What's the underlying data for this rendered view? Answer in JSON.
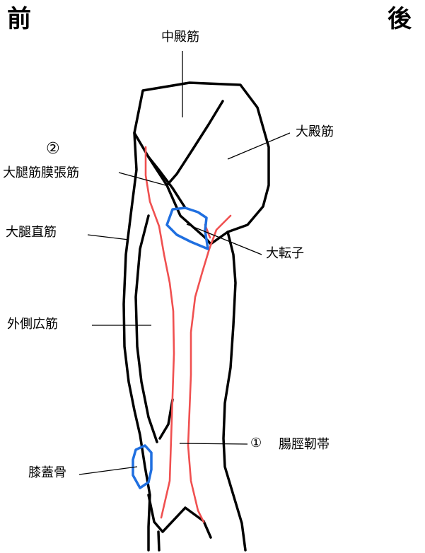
{
  "header": {
    "front": "前",
    "back": "後"
  },
  "labels": {
    "gluteus_medius": "中殿筋",
    "gluteus_maximus": "大殿筋",
    "tfl_number": "②",
    "tensor_fasciae_latae": "大腿筋膜張筋",
    "rectus_femoris": "大腿直筋",
    "greater_trochanter": "大転子",
    "vastus_lateralis": "外側広筋",
    "itb_number": "①",
    "iliotibial_band": "腸脛靭帯",
    "patella": "膝蓋骨"
  },
  "colors": {
    "outline": "#000000",
    "iliotibial_band": "#f05050",
    "bone": "#1f6fe0"
  }
}
